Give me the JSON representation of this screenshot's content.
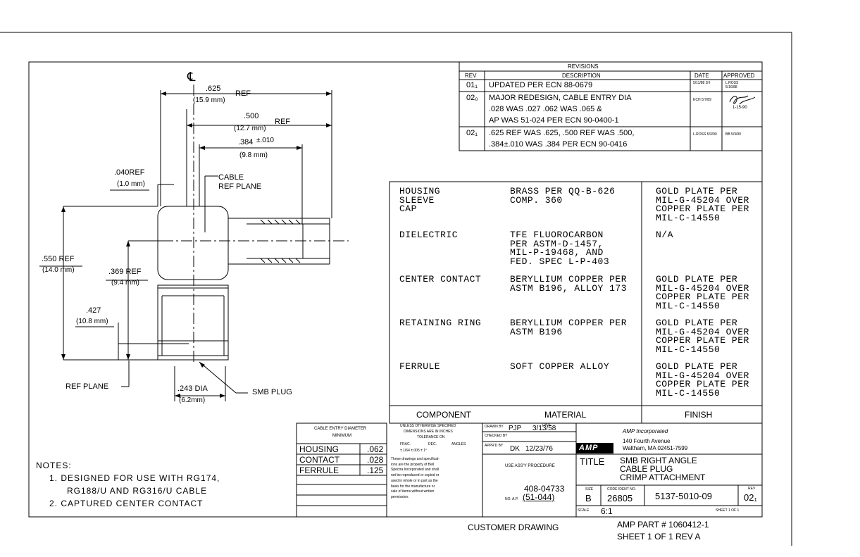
{
  "revisions": {
    "header": "REVISIONS",
    "col_rev": "REV",
    "col_desc": "DESCRIPTION",
    "col_date": "DATE",
    "col_approved": "APPROVED",
    "rows": [
      {
        "rev": "01₁",
        "desc": [
          "UPDATED PER ECN 88-0679"
        ],
        "date": "5/11/88 JH",
        "approved": "L.ROSS 5/16/88"
      },
      {
        "rev": "02₀",
        "desc": [
          "MAJOR REDESIGN, CABLE ENTRY DIA",
          ".028 WAS .027 .062 WAS .065 &",
          "AP WAS 51-024 PER ECN 90-0400-1"
        ],
        "date": "KCH 5/7/89",
        "approved": "1-15-90"
      },
      {
        "rev": "02₁",
        "desc": [
          ".625 REF WAS .625, .500 REF WAS .500,",
          ".384±.010 WAS .384 PER ECN 90-0416"
        ],
        "date": "L.ROSS 5/3/90",
        "approved": "BB 5/3/90"
      }
    ]
  },
  "dimensions": {
    "d625": ".625",
    "d625_mm": "(15.9 mm)",
    "ref": "REF",
    "d500": ".500",
    "d500_mm": "(12.7 mm)",
    "d384": ".384",
    "d384_tol": "±.010",
    "d384_mm": "(9.8 mm)",
    "d040": ".040REF",
    "d040_mm": "(1.0 mm)",
    "cable_ref_1": "CABLE",
    "cable_ref_2": "REF PLANE",
    "d550": ".550 REF",
    "d550_mm": "(14.0 mm)",
    "d369": ".369 REF",
    "d369_mm": "(9.4 mm)",
    "d427": ".427",
    "d427_mm": "(10.8 mm)",
    "ref_plane": "REF PLANE",
    "d243": ".243 DIA",
    "d243_mm": "(6.2mm)",
    "smb_plug": "SMB PLUG",
    "centerline": "℄"
  },
  "materials": {
    "rows": [
      {
        "component": [
          "HOUSING",
          "SLEEVE",
          "CAP"
        ],
        "material": [
          "BRASS PER QQ-B-626",
          "COMP. 360"
        ],
        "finish": [
          "GOLD PLATE PER",
          "MIL-G-45204 OVER",
          "COPPER PLATE PER",
          "MIL-C-14550"
        ]
      },
      {
        "component": [
          "DIELECTRIC"
        ],
        "material": [
          "TFE FLUOROCARBON",
          "PER ASTM-D-1457,",
          "MIL-P-19468, AND",
          "FED. SPEC L-P-403"
        ],
        "finish": [
          "N/A"
        ]
      },
      {
        "component": [
          "CENTER CONTACT"
        ],
        "material": [
          "BERYLLIUM COPPER PER",
          "ASTM B196, ALLOY 173"
        ],
        "finish": [
          "GOLD PLATE PER",
          "MIL-G-45204 OVER",
          "COPPER PLATE PER",
          "MIL-C-14550"
        ]
      },
      {
        "component": [
          "RETAINING RING"
        ],
        "material": [
          "BERYLLIUM COPPER PER",
          "ASTM B196"
        ],
        "finish": [
          "GOLD PLATE PER",
          "MIL-G-45204 OVER",
          "COPPER PLATE PER",
          "MIL-C-14550"
        ]
      },
      {
        "component": [
          "FERRULE"
        ],
        "material": [
          "SOFT COPPER ALLOY"
        ],
        "finish": [
          "GOLD PLATE PER",
          "MIL-G-45204 OVER",
          "COPPER PLATE PER",
          "MIL-C-14550"
        ]
      }
    ],
    "footer_component": "COMPONENT",
    "footer_material": "MATERIAL",
    "footer_finish": "FINISH"
  },
  "cable_entry": {
    "title": "CABLE ENTRY DIAMETER",
    "subtitle": "MINIMUM",
    "rows": [
      {
        "name": "HOUSING",
        "value": ".062"
      },
      {
        "name": "CONTACT",
        "value": ".028"
      },
      {
        "name": "FERRULE",
        "value": ".125"
      }
    ]
  },
  "notes": {
    "title": "NOTES:",
    "items": [
      "1. DESIGNED FOR USE WITH RG174,",
      "RG188/U AND RG316/U CABLE",
      "2. CAPTURED CENTER CONTACT"
    ]
  },
  "title_block": {
    "unless_1": "UNLESS OTHERWISE SPECIFIED",
    "unless_2": "DIMENSIONS ARE IN INCHES",
    "unless_3": "TOLERANCE ON",
    "frac": "FRAC.",
    "dec": "DEC.",
    "angles": "ANGLES",
    "tol_vals": "± 1/64   ±.005   ± 1°",
    "prop_text": [
      "These drawings and specificat-",
      "ions are the property of Bell",
      "Spectra Incorporated and shall",
      "not be reproduced or copied or",
      "used in whole or in part as the",
      "basis for the manufacture or",
      "sale of items without written",
      "permission."
    ],
    "drawn_by_label": "DRAWN BY",
    "drawn_by": "PJP",
    "date_label": "DATE",
    "drawn_date": "3/13/58",
    "checked_label": "CHECKED BY",
    "approved_label": "APPR'D BY",
    "approved_by": "DK",
    "approved_date": "12/23/76",
    "use_assy": "USE ASS'Y PROCEDURE",
    "proc_no": "408-04733",
    "ap_label": "NO. A.P.",
    "ap_no": "(51-044)",
    "amp_logo": "AMP",
    "company": "AMP Incorporated",
    "address_1": "140 Fourth Avenue",
    "address_2": "Waltham, MA 02451-7599",
    "title_label": "TITLE",
    "title_lines": [
      "SMB RIGHT ANGLE",
      "CABLE PLUG",
      "CRIMP ATTACHMENT"
    ],
    "size_label": "SIZE",
    "size": "B",
    "cage_label": "CODE IDENT NO.",
    "cage": "26805",
    "dwg_no": "5137-5010-09",
    "rev_label": "REV",
    "rev": "02₁",
    "scale_label": "SCALE",
    "scale": "6:1",
    "sheet_small": "SHEET 1 OF 1"
  },
  "footer": {
    "customer_drawing": "CUSTOMER DRAWING",
    "amp_part": "AMP PART # 1060412-1",
    "sheet": "SHEET 1 OF 1  REV A"
  }
}
